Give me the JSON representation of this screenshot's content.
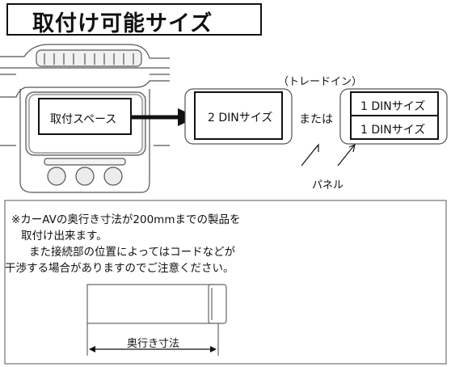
{
  "title": "取付け可能サイズ",
  "labels": {
    "mount_space": "取付スペース",
    "din2": "2 DINサイズ",
    "or": "または",
    "din1_top": "1 DINサイズ",
    "din1_bottom": "1 DINサイズ",
    "trade_in": "（トレードイン）",
    "panel": "パネル",
    "depth": "奥行き寸法"
  },
  "note": {
    "line1": "※カーAVの奥行き寸法が200mmまでの製品を",
    "line2": "取付け出来ます。",
    "line3": "また接続部の位置によってはコードなどが",
    "line4": "干渉する場合がありますのでご注意ください。"
  }
}
